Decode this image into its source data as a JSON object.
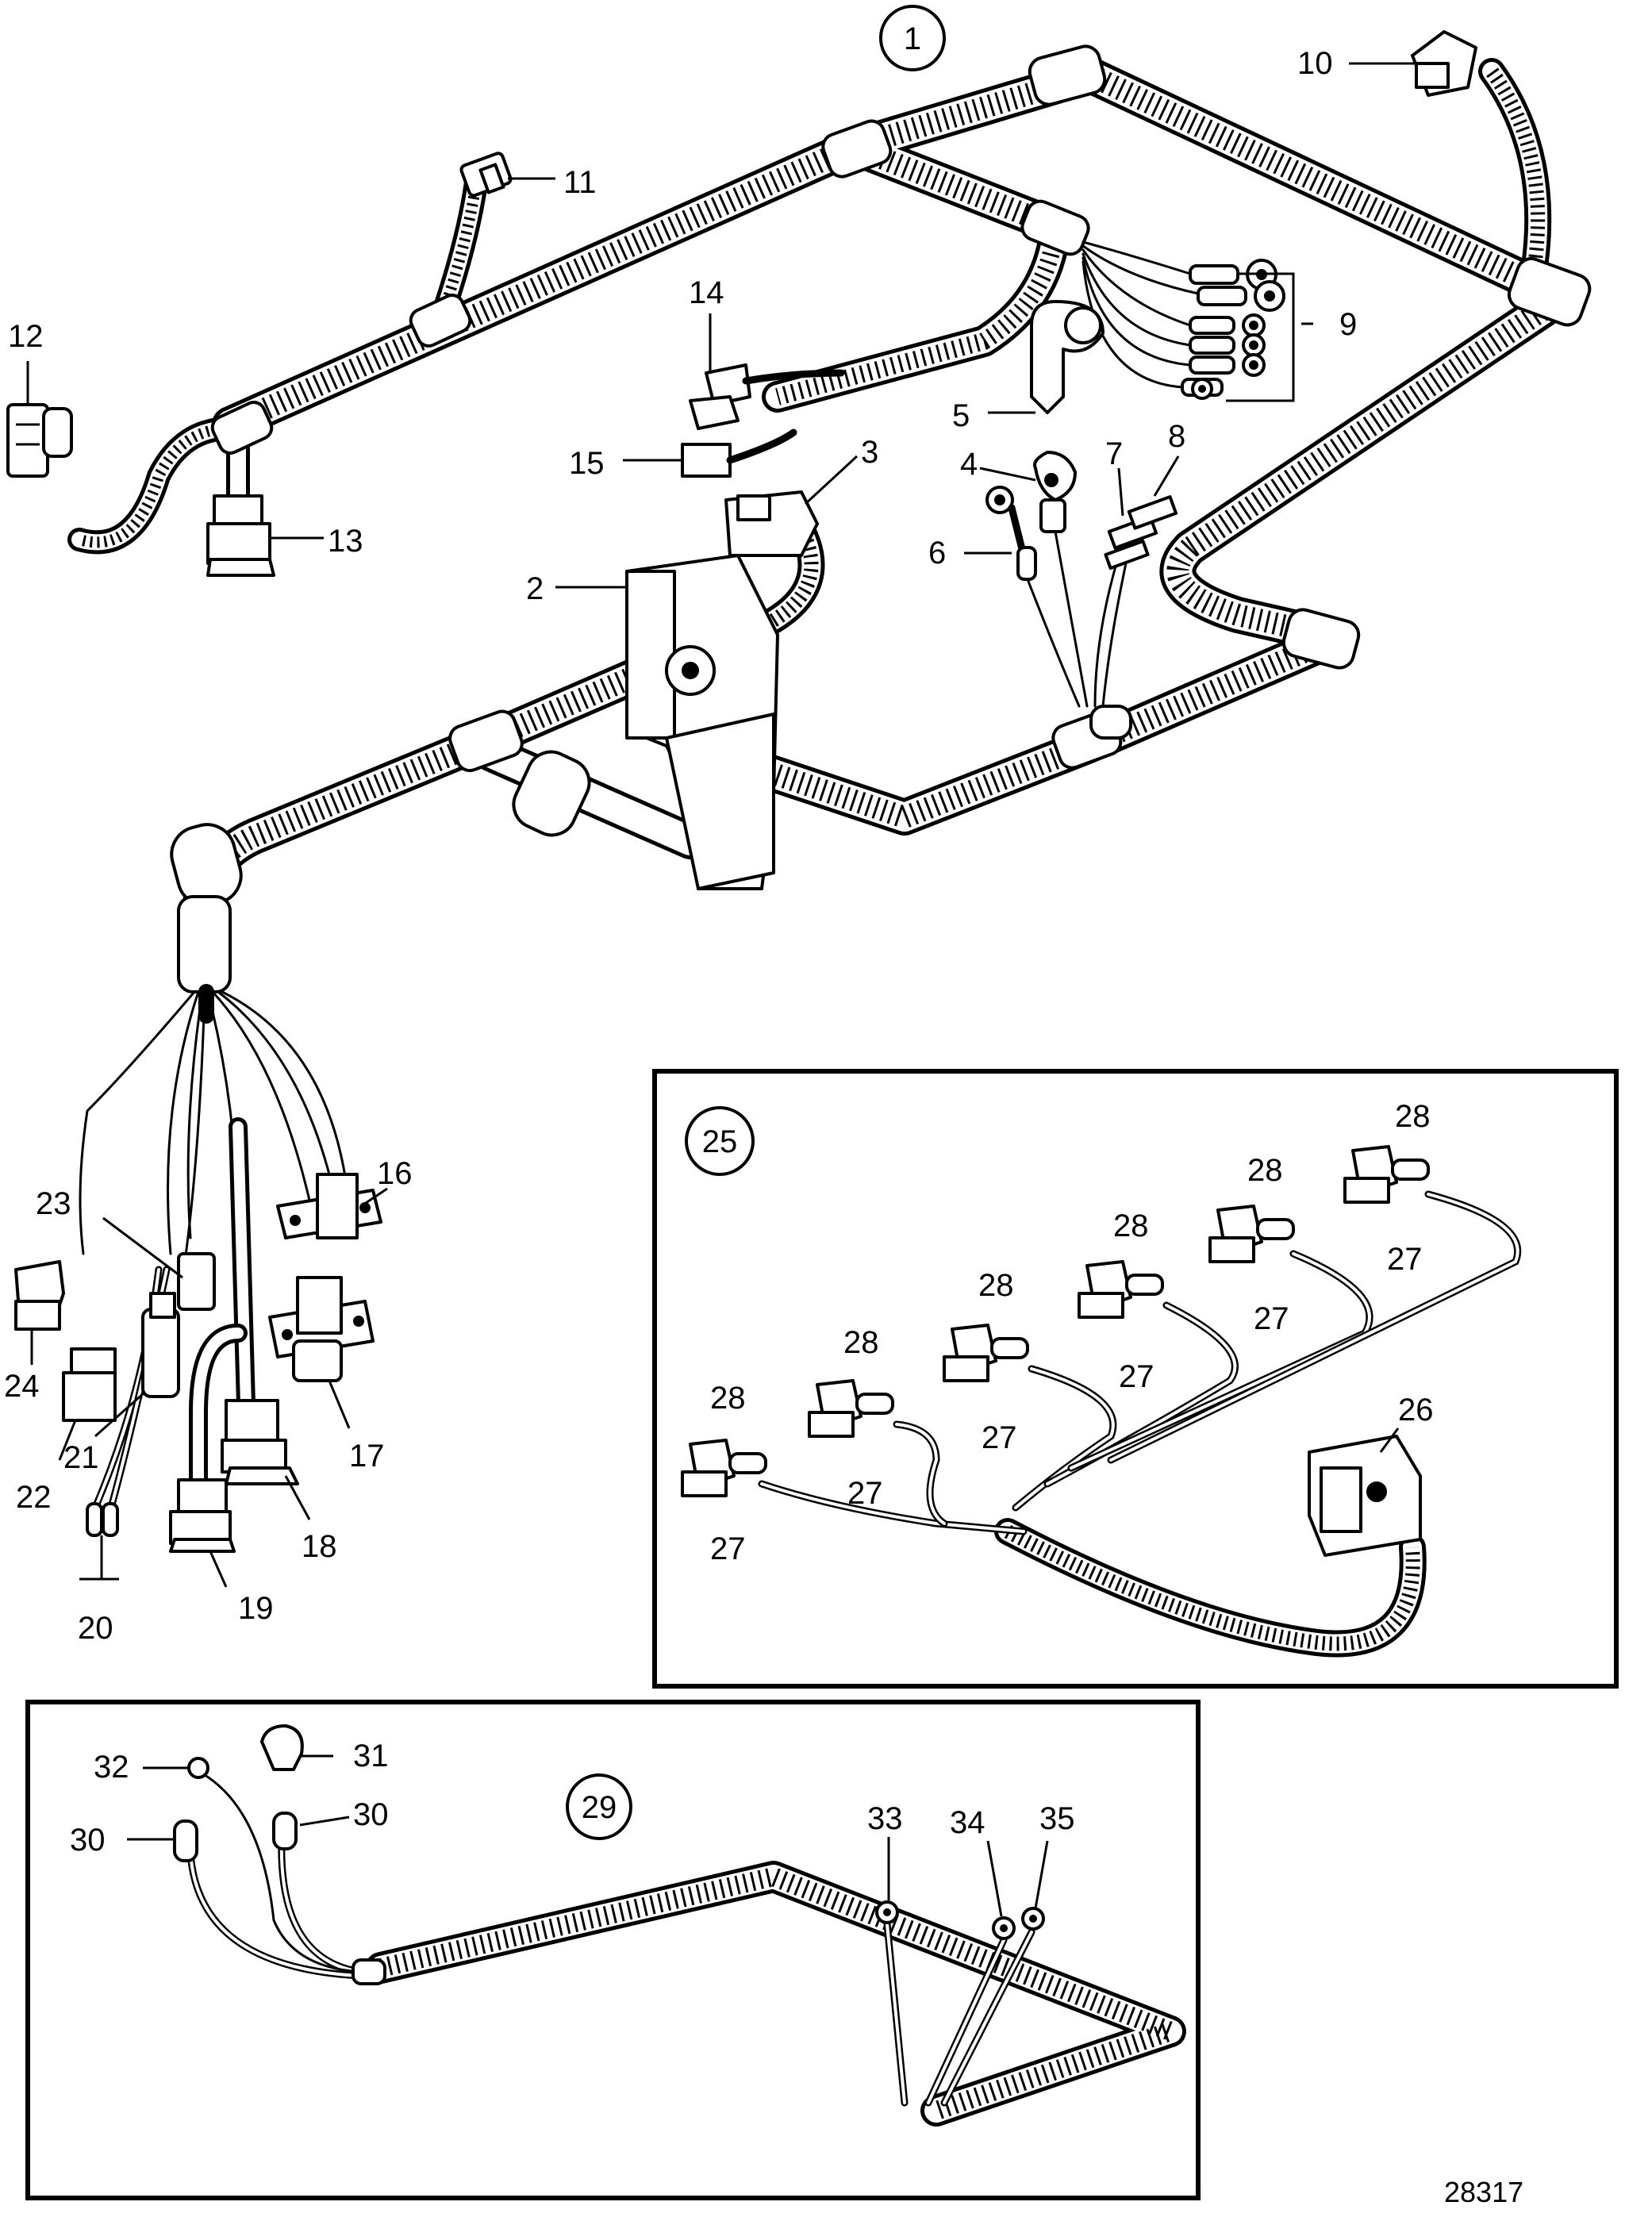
{
  "figure": {
    "main_callout": "1",
    "inset_a_callout": "25",
    "inset_b_callout": "29",
    "drawing_number": "28317"
  },
  "labels": {
    "l2": "2",
    "l3": "3",
    "l4": "4",
    "l5": "5",
    "l6": "6",
    "l7": "7",
    "l8": "8",
    "l9": "9",
    "l10": "10",
    "l11": "11",
    "l12": "12",
    "l13": "13",
    "l14": "14",
    "l15": "15",
    "l16": "16",
    "l17": "17",
    "l18": "18",
    "l19": "19",
    "l20": "20",
    "l21": "21",
    "l22": "22",
    "l23": "23",
    "l24": "24",
    "l26": "26",
    "l27": "27",
    "l28": "28",
    "l30": "30",
    "l31": "31",
    "l32": "32",
    "l33": "33",
    "l34": "34",
    "l35": "35"
  }
}
